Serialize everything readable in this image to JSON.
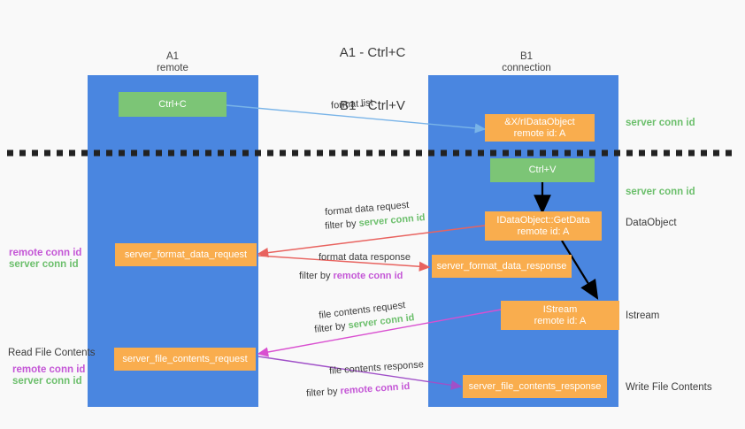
{
  "title": {
    "line1": "A1 - Ctrl+C",
    "line2": "B1 - Ctrl+V"
  },
  "columns": [
    {
      "name": "A1",
      "sub": "remote"
    },
    {
      "name": "B1",
      "sub": "connection"
    }
  ],
  "nodes": {
    "ctrl_c": {
      "label": "Ctrl+C"
    },
    "data_object_remote": {
      "line1": "&X/rIDataObject",
      "line2": "remote id: A"
    },
    "ctrl_v": {
      "label": "Ctrl+V"
    },
    "get_data": {
      "line1": "IDataObject::GetData",
      "line2": "remote id: A"
    },
    "istream": {
      "line1": "IStream",
      "line2": "remote id: A"
    },
    "server_format_data_request": {
      "label": "server_format_data_request"
    },
    "server_format_data_response": {
      "label": "server_format_data_response"
    },
    "server_file_contents_request": {
      "label": "server_file_contents_request"
    },
    "server_file_contents_response": {
      "label": "server_file_contents_response"
    }
  },
  "right_labels": {
    "server_conn_id_1": "server conn id",
    "server_conn_id_2": "server conn id",
    "data_object": "DataObject",
    "istream": "Istream",
    "write_file_contents": "Write File Contents"
  },
  "left_labels": {
    "remote_conn_id_1": "remote conn id",
    "server_conn_id_1": "server conn id",
    "read_file_contents": "Read File Contents",
    "remote_conn_id_2": "remote conn id",
    "server_conn_id_2": "server conn id"
  },
  "edges": {
    "format_list": {
      "label": "format list"
    },
    "format_data_request": {
      "line1": "format data request",
      "filter_prefix": "filter by ",
      "filter_value": "server conn id"
    },
    "format_data_response": {
      "line1": "format data response",
      "filter_prefix": "filter by ",
      "filter_value": "remote conn id"
    },
    "file_contents_request": {
      "line1": "file contents request",
      "filter_prefix": "filter by ",
      "filter_value": "server conn id"
    },
    "file_contents_response": {
      "line1": "file contents response",
      "filter_prefix": "filter by ",
      "filter_value": "remote conn id"
    }
  },
  "colors": {
    "lane": "#4a86e0",
    "orange": "#f9ad4e",
    "green_box": "#7cc576",
    "green_text": "#6cbf6c",
    "purple_text": "#c456d6",
    "arrow_blue": "#79b4e8",
    "arrow_red": "#e8635f",
    "arrow_magenta": "#d94fd0",
    "arrow_purple": "#a050c8",
    "arrow_black": "#000000",
    "divider": "#222222",
    "background": "#f9f9f9"
  }
}
